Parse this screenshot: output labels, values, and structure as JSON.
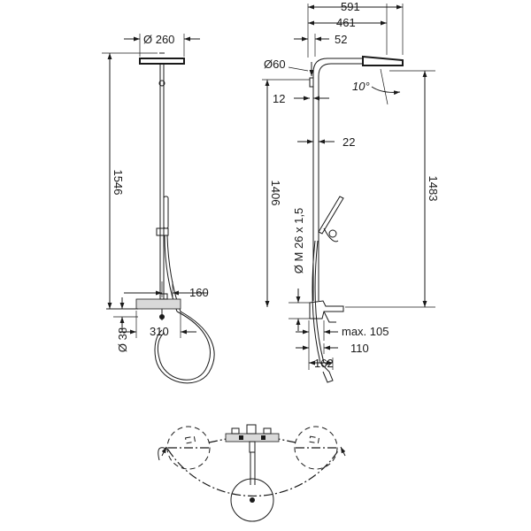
{
  "dimensions": {
    "head_diameter": "Ø 260",
    "height_total_left": "1546",
    "mixer_width": "160",
    "connection_spacing": "310",
    "connection_diameter": "Ø 38",
    "arm_projection": "591",
    "arm_projection_inner": "461",
    "wall_offset": "52",
    "pipe_diameter": "Ø60",
    "tube_offset": "12",
    "tube_width": "22",
    "head_tilt": "10°",
    "height_1406": "1406",
    "height_1483": "1483",
    "thread": "Ø M 26 x 1,5",
    "max_projection": "max. 105",
    "spout_110": "110",
    "spout_162": "162"
  }
}
